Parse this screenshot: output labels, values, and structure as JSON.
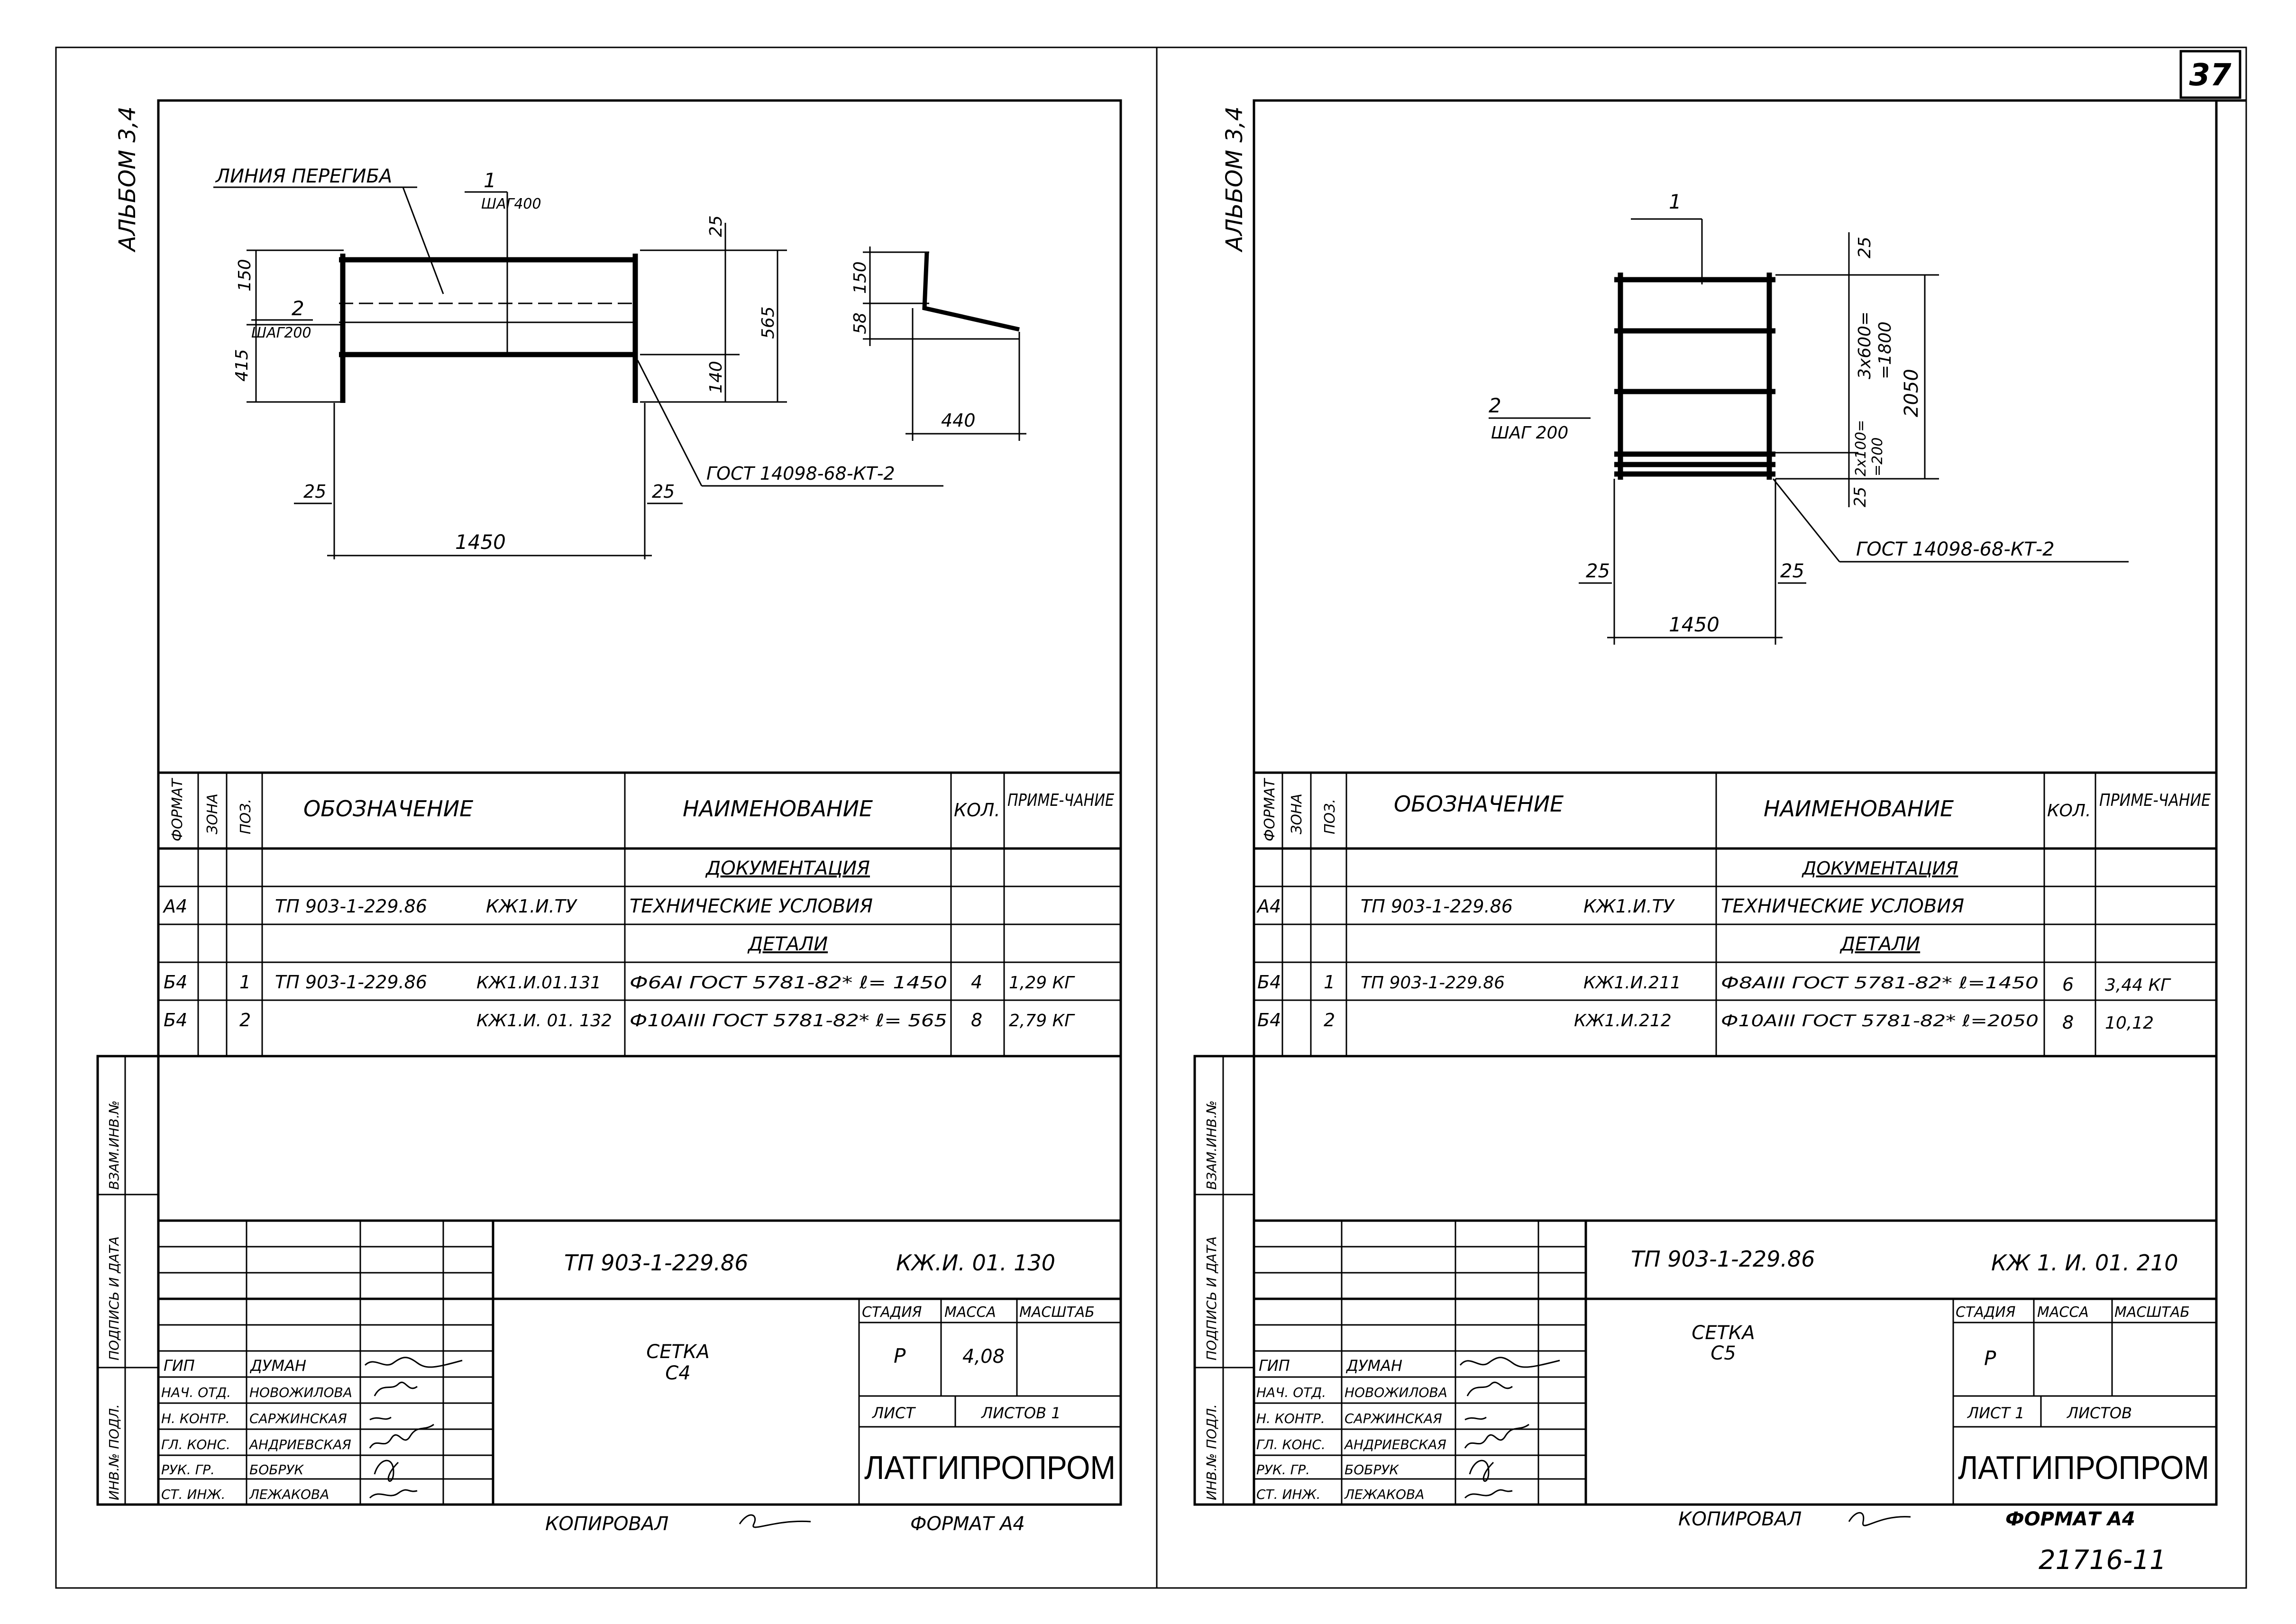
{
  "sheet_number": "37",
  "archive_number": "21716-11",
  "common": {
    "title_columns": {
      "format": "ФОРМАТ",
      "zone": "ЗОНА",
      "pos": "ПОЗ.",
      "designation": "ОБОЗНАЧЕНИЕ",
      "name": "НАИМЕНОВАНИЕ",
      "qty": "КОЛ.",
      "note": "ПРИМЕ-ЧАНИЕ"
    },
    "section_documentation": "ДОКУМЕНТАЦИЯ",
    "section_details": "ДЕТАЛИ",
    "stamp_headers": {
      "stage": "СТАДИЯ",
      "mass": "МАССА",
      "scale": "МАСШТАБ"
    },
    "side_strip": [
      "ИНВ.№ ПОДЛ.",
      "ПОДПИСЬ И ДАТА",
      "ВЗАМ.ИНВ.№"
    ],
    "organization": "ЛАТГИПРОПРОМ",
    "staff": [
      {
        "role": "ГИП",
        "name": "ДУМАН"
      },
      {
        "role": "НАЧ. ОТД.",
        "name": "НОВОЖИЛОВА"
      },
      {
        "role": "Н. КОНТР.",
        "name": "САРЖИНСКАЯ"
      },
      {
        "role": "ГЛ. КОНС.",
        "name": "АНДРИЕВСКАЯ"
      },
      {
        "role": "РУК. ГР.",
        "name": "БОБРУК"
      },
      {
        "role": "СТ. ИНЖ.",
        "name": "ЛЕЖАКОВА"
      }
    ]
  },
  "left": {
    "album": "АЛЬБОМ 3,4",
    "drawing": {
      "bend_line": "ЛИНИЯ ПЕРЕГИБА",
      "pos1": "1",
      "pos1_step": "ШАГ400",
      "pos2": "2",
      "pos2_step": "ШАГ200",
      "dim_150": "150",
      "dim_415": "415",
      "dim_25a": "25",
      "dim_565": "565",
      "dim_140": "140",
      "dim_25b": "25",
      "dim_25c": "25",
      "dim_1450": "1450",
      "weld": "ГОСТ 14098-68-КТ-2",
      "sec_150": "150",
      "sec_58": "58",
      "sec_440": "440"
    },
    "spec_rows": [
      {
        "format": "",
        "zone": "",
        "pos": "",
        "code": "",
        "code2": "",
        "name": "ДОКУМЕНТАЦИЯ",
        "qty": "",
        "note": ""
      },
      {
        "format": "А4",
        "zone": "",
        "pos": "",
        "code": "ТП 903-1-229.86",
        "code2": "КЖ1.И.ТУ",
        "name": "ТЕХНИЧЕСКИЕ УСЛОВИЯ",
        "qty": "",
        "note": ""
      },
      {
        "format": "",
        "zone": "",
        "pos": "",
        "code": "",
        "code2": "",
        "name": "ДЕТАЛИ",
        "qty": "",
        "note": ""
      },
      {
        "format": "Б4",
        "zone": "",
        "pos": "1",
        "code": "ТП 903-1-229.86",
        "code2": "КЖ1.И.01.131",
        "name": "Ф6АI ГОСТ 5781-82* ℓ= 1450",
        "qty": "4",
        "note": "1,29 КГ"
      },
      {
        "format": "Б4",
        "zone": "",
        "pos": "2",
        "code": "",
        "code2": "КЖ1.И. 01. 132",
        "name": "Ф10АIII ГОСТ 5781-82* ℓ= 565",
        "qty": "8",
        "note": "2,79 КГ"
      }
    ],
    "stamp": {
      "project": "ТП 903-1-229.86",
      "code": "КЖ.И. 01. 130",
      "title": "СЕТКА",
      "subtitle": "С4",
      "stage": "Р",
      "mass": "4,08",
      "scale": "",
      "sheet_label": "ЛИСТ",
      "sheets_label": "ЛИСТОВ 1",
      "copied": "КОПИРОВАЛ",
      "format": "ФОРМАТ А4"
    }
  },
  "right": {
    "album": "АЛЬБОМ 3,4",
    "drawing": {
      "pos1": "1",
      "pos2": "2",
      "pos2_step": "ШАГ 200",
      "dim_25a": "25",
      "dim_3x600": "3х600=",
      "dim_1800": "=1800",
      "dim_2050": "2050",
      "dim_2x100": "2х100=",
      "dim_200": "=200",
      "dim_25b": "25",
      "dim_25c": "25",
      "dim_25d": "25",
      "dim_1450": "1450",
      "weld": "ГОСТ 14098-68-КТ-2"
    },
    "spec_rows": [
      {
        "format": "",
        "zone": "",
        "pos": "",
        "code": "",
        "code2": "",
        "name": "ДОКУМЕНТАЦИЯ",
        "qty": "",
        "note": ""
      },
      {
        "format": "А4",
        "zone": "",
        "pos": "",
        "code": "ТП 903-1-229.86",
        "code2": "КЖ1.И.ТУ",
        "name": "ТЕХНИЧЕСКИЕ УСЛОВИЯ",
        "qty": "",
        "note": ""
      },
      {
        "format": "",
        "zone": "",
        "pos": "",
        "code": "",
        "code2": "",
        "name": "ДЕТАЛИ",
        "qty": "",
        "note": ""
      },
      {
        "format": "Б4",
        "zone": "",
        "pos": "1",
        "code": "ТП 903-1-229.86",
        "code2": "КЖ1.И.211",
        "name": "Ф8АIII ГОСТ 5781-82* ℓ=1450",
        "qty": "6",
        "note": "3,44 КГ"
      },
      {
        "format": "Б4",
        "zone": "",
        "pos": "2",
        "code": "",
        "code2": "КЖ1.И.212",
        "name": "Ф10АIII ГОСТ 5781-82* ℓ=2050",
        "qty": "8",
        "note": "10,12"
      }
    ],
    "stamp": {
      "project": "ТП 903-1-229.86",
      "code": "КЖ 1. И. 01. 210",
      "title": "СЕТКА",
      "subtitle": "С5",
      "stage": "Р",
      "mass": "",
      "scale": "",
      "sheet_label": "ЛИСТ 1",
      "sheets_label": "ЛИСТОВ",
      "copied": "КОПИРОВАЛ",
      "format": "ФОРМАТ А4"
    }
  }
}
